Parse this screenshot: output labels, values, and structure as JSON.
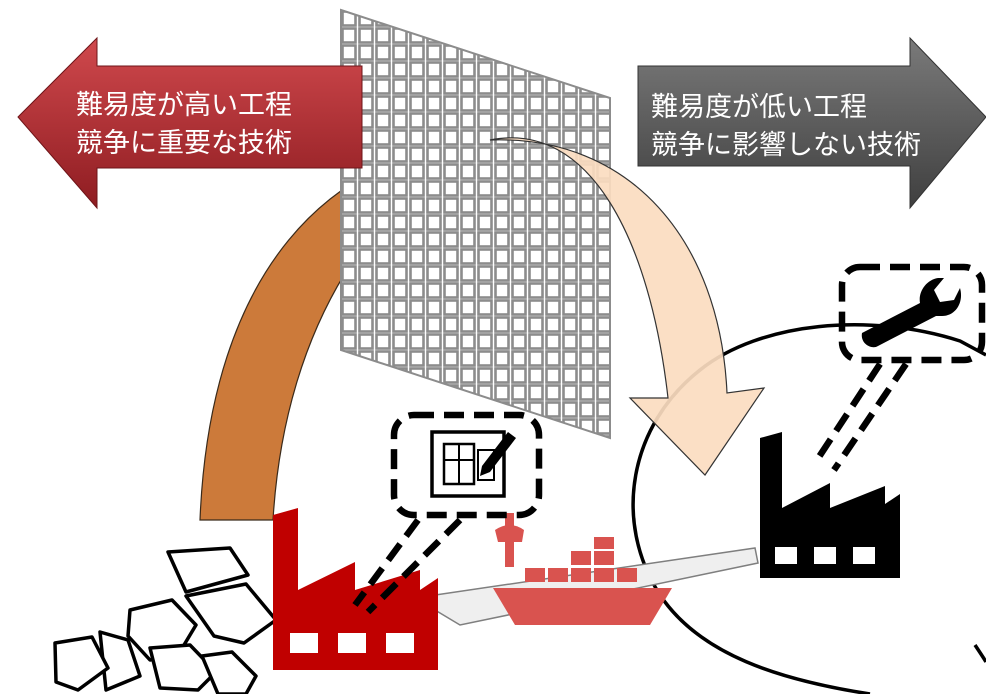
{
  "left_arrow": {
    "line1": "難易度が高い工程",
    "line2": "競争に重要な技術",
    "color": "#b02a2f"
  },
  "right_arrow": {
    "line1": "難易度が低い工程",
    "line2": "競争に影響しない技術",
    "color": "#5a5a5a"
  },
  "colors": {
    "domestic_factory": "#c00000",
    "foreign_factory": "#000000",
    "ship": "#d9534f",
    "arc_domestic": "#cc7a3a",
    "arc_foreign": "#fbdcc0",
    "filter_grid": "#8c8c8c"
  },
  "icons": {
    "domestic_icon": "blueprint-pencil-icon",
    "foreign_icon": "wrench-icon",
    "filter": "mesh-filter-icon",
    "transport": "container-ship-icon"
  }
}
